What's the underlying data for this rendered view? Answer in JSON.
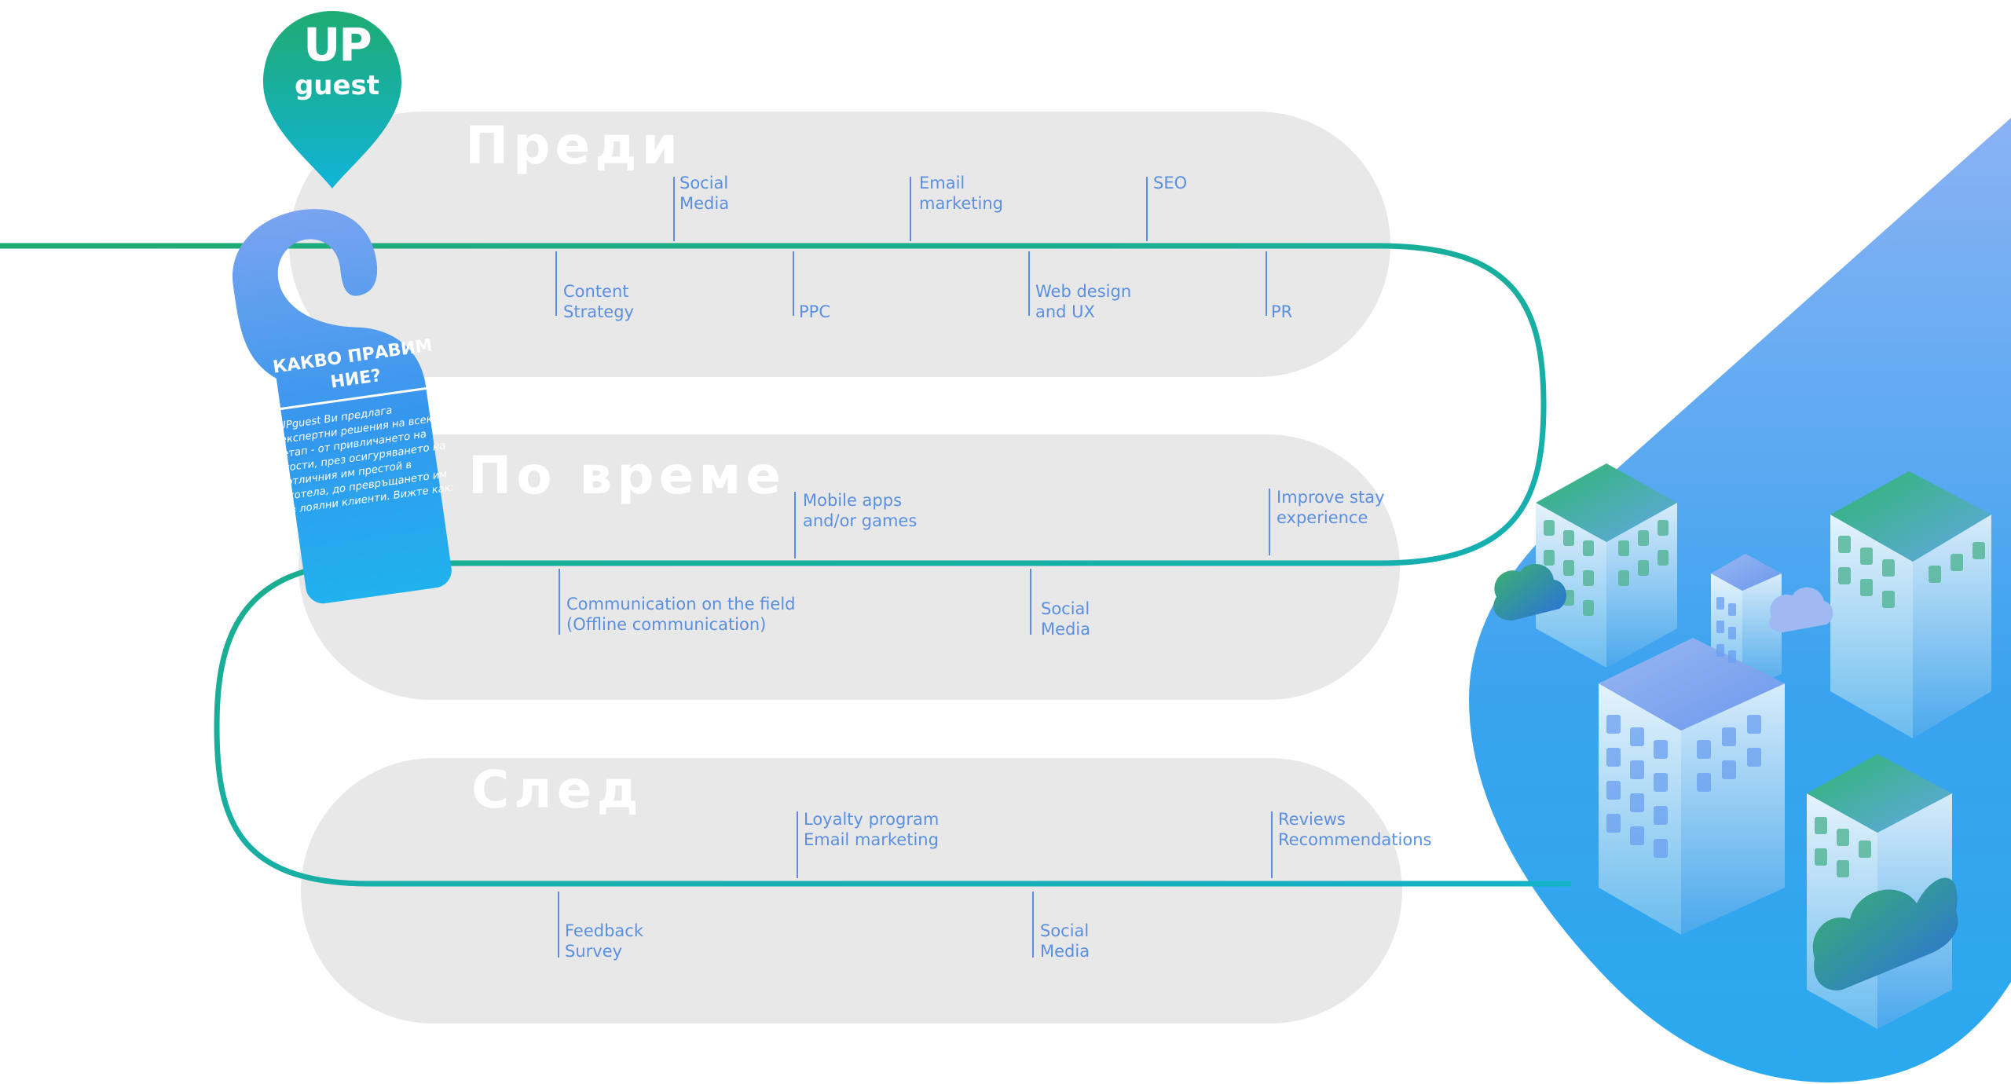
{
  "colors": {
    "pill": "#e8e8e8",
    "label": "#5b8fe0",
    "path_green": "#1eac72",
    "path_teal": "#14b1c8",
    "brand_green": "#1fab7a",
    "brand_blue": "#12b2d4",
    "tag_blue": "#2ea8ef"
  },
  "logo": {
    "line1": "UP",
    "line2": "guest",
    "icon": "map-pin-icon"
  },
  "tag": {
    "title": "КАКВО ПРАВИМ НИЕ?",
    "description": "UPguest Ви предлага експертни решения на всеки етап - от привличането на гости, през осигуряването на отличния им престой в хотела, до превръщането им в лоялни клиенти. Вижте как:"
  },
  "stages": [
    {
      "title": "Преди",
      "above": [
        {
          "line1": "Social",
          "line2": "Media"
        },
        {
          "line1": "Email",
          "line2": "marketing"
        },
        {
          "line1": "SEO",
          "line2": ""
        }
      ],
      "below": [
        {
          "line1": "Content",
          "line2": "Strategy"
        },
        {
          "line1": "",
          "line2": "PPC"
        },
        {
          "line1": "Web design",
          "line2": "and UX"
        },
        {
          "line1": "",
          "line2": "PR"
        }
      ]
    },
    {
      "title": "По време",
      "above": [
        {
          "line1": "Mobile apps",
          "line2": "and/or games"
        },
        {
          "line1": "Improve stay",
          "line2": "experience"
        }
      ],
      "below": [
        {
          "line1": "Communication on the field",
          "line2": "(Offline communication)"
        },
        {
          "line1": "Social",
          "line2": "Media"
        }
      ]
    },
    {
      "title": "След",
      "above": [
        {
          "line1": "Loyalty program",
          "line2": "Email marketing"
        },
        {
          "line1": "Reviews",
          "line2": "Recommendations"
        }
      ],
      "below": [
        {
          "line1": "Feedback",
          "line2": "Survey"
        },
        {
          "line1": "Social",
          "line2": "Media"
        }
      ]
    }
  ],
  "illustration": {
    "icon": "hotel-buildings-illustration"
  }
}
